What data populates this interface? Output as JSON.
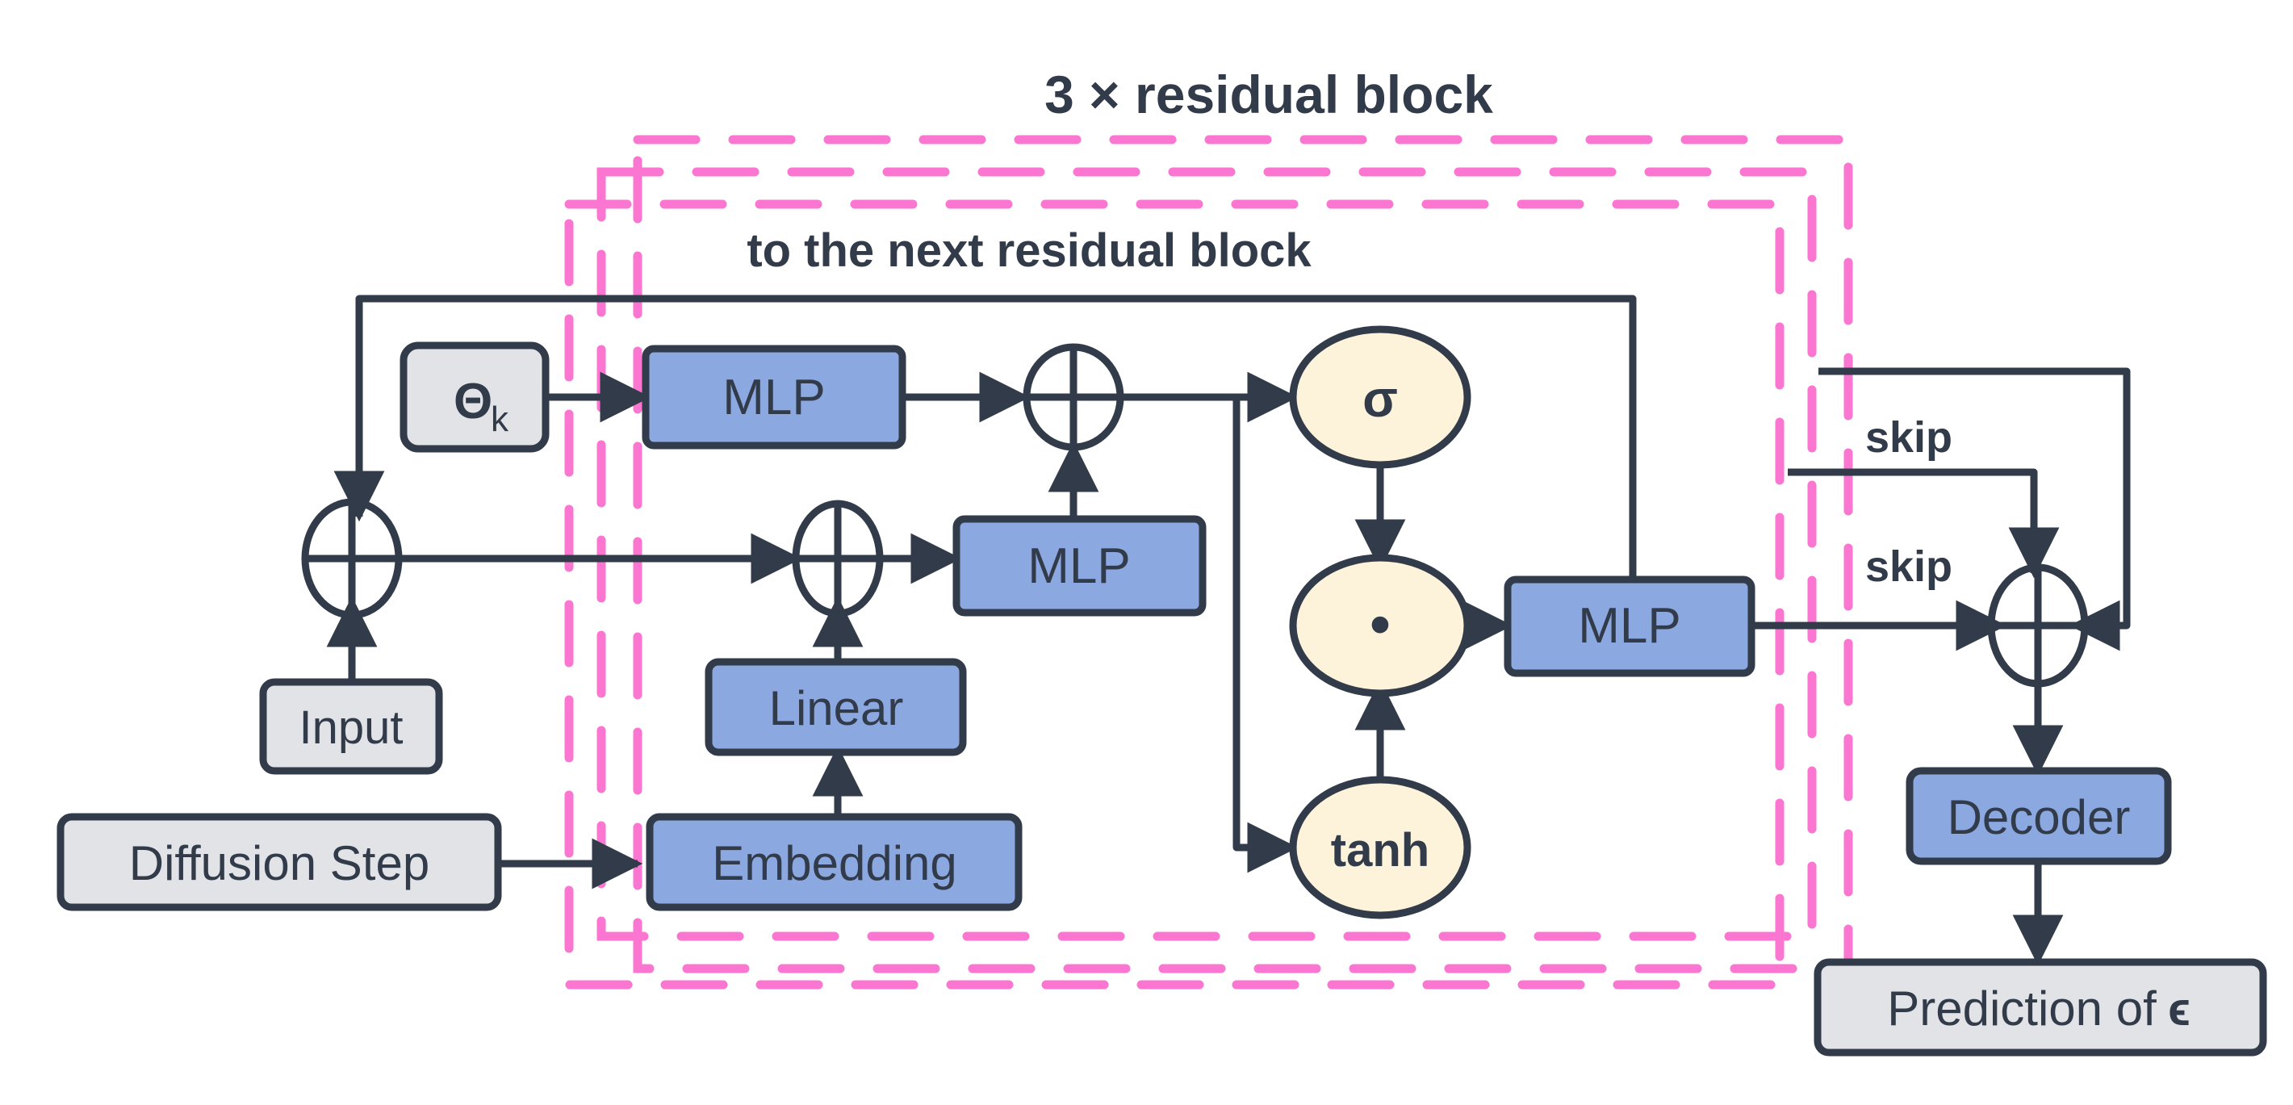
{
  "diagram": {
    "title": "3 × residual block",
    "subtitle": "to the next residual block",
    "colors": {
      "stroke": "#323b49",
      "box_blue": "#8ca8e0",
      "box_gray": "#e1e3e7",
      "ellipse_cream": "#fdf2da",
      "dashed_pink": "#fb76d0",
      "background": "#ffffff"
    },
    "nodes": {
      "theta_k": "Θ",
      "theta_k_sub": "k",
      "mlp_top": "MLP",
      "mlp_mid": "MLP",
      "mlp_right": "MLP",
      "input": "Input",
      "linear": "Linear",
      "embedding": "Embedding",
      "diffusion_step": "Diffusion Step",
      "sigma": "σ",
      "product": "•",
      "tanh": "tanh",
      "decoder": "Decoder",
      "prediction": "Prediction of",
      "prediction_symbol": "ϵ",
      "plus_sign": "+"
    },
    "edge_labels": {
      "skip_upper": "skip",
      "skip_lower": "skip"
    },
    "repeat_count": "3"
  }
}
